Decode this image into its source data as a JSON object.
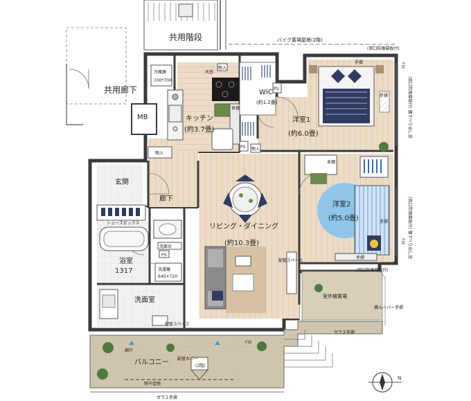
{
  "rooms": {
    "common_stairs": "共用階段",
    "common_corridor": "共用廊下",
    "mb": "MB",
    "entrance": "玄関",
    "hallway": "廊下",
    "kitchen": "キッチン",
    "kitchen_size": "(約3.7畳)",
    "wic": "WIC",
    "wic_size": "(約1.2畳)",
    "western1": "洋室1",
    "western1_size": "(約6.0畳)",
    "western2": "洋室2",
    "western2_size": "(約5.0畳)",
    "living": "リビング・ダイニング",
    "living_size": "(約10.3畳)",
    "bath": "浴室",
    "bath_size": "1317",
    "washroom": "洗面室",
    "balcony": "バルコニー",
    "outdoor_unit": "室外機置場"
  },
  "labels": {
    "bike_roof": "バイク置場屋根(2階)",
    "shoes_box": "シューズボックス",
    "ps": "PS",
    "storage": "物入",
    "fridge": "冷蔵庫",
    "fridge_size": "700*700",
    "dishwasher": "食器棚",
    "washer": "洗濯機",
    "washer_size": "640×720",
    "wash_counter": "洗面台",
    "pipe_space1": "配管スペース",
    "pipe_space2": "配管スペース",
    "pipe_cover": "配管カバー",
    "pipe_cover_2f": "(2階)",
    "drying": "物干金物",
    "top_light": "天窓",
    "fix": "FIX",
    "fix_right": "FIX",
    "fix_right2": "FIX",
    "handrail1": "手摺",
    "handrail2": "手摺",
    "handrail3": "手摺",
    "handrail4": "手摺",
    "louver_rail": "横ルーバー手摺",
    "glass_rail1": "ガラス手摺",
    "glass_rail2": "ガラス手摺",
    "net_door": "網戸",
    "bookshelf": "本棚",
    "window_top": "(両口防眼幕板付)",
    "window_right1": "(両口防眼幕板付) 腰すべり出し窓",
    "window_right2": "(両口防眼幕板付) 腰すべり出し窓",
    "window_bottom": "(両口防眼幕板付)"
  },
  "compass": {
    "north": "N"
  },
  "colors": {
    "wall": "#3a3a3a",
    "wood": "#e8d7c0",
    "wood_line": "#c9b08d",
    "tile": "#eef0ef",
    "balcony": "#c9bfa6",
    "outdoor": "#d7cfb8",
    "rug_blue": "#8fc6ea",
    "bed_navy": "#2f3b62"
  }
}
